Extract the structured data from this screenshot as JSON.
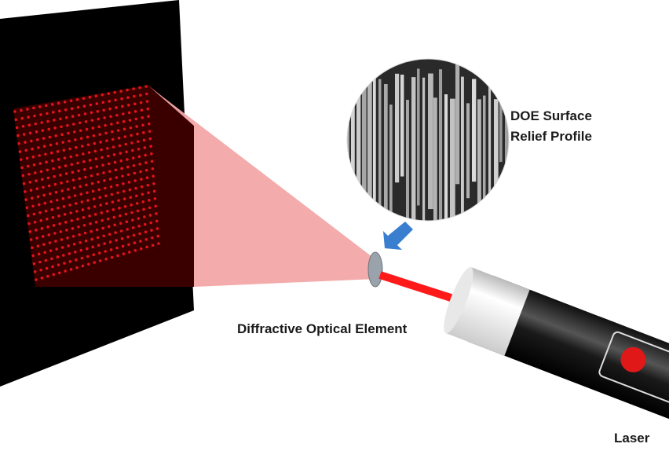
{
  "labels": {
    "doe_surface_line1": "DOE Surface",
    "doe_surface_line2": "Relief Profile",
    "doe": "Diffractive Optical Element",
    "laser": "Laser"
  },
  "colors": {
    "screen": "#000000",
    "dot": "#e0141a",
    "beam_cone": "#f2a6a8",
    "laser_beam": "#ff1a1a",
    "arrow": "#3a7fcf"
  },
  "dot_grid": {
    "rows": 22,
    "cols": 22
  }
}
